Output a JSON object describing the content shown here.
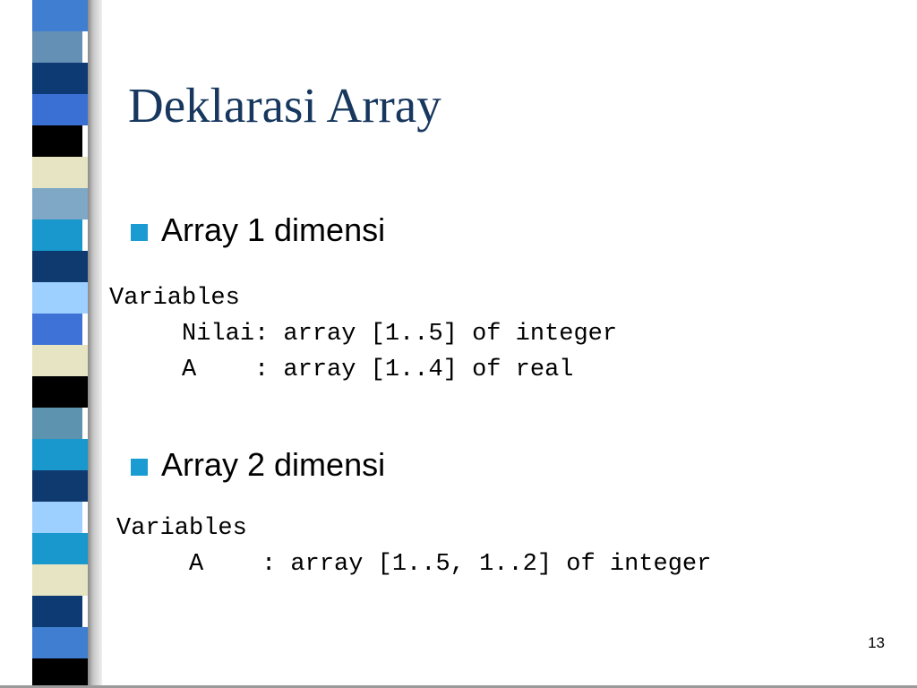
{
  "slide": {
    "title": "Deklarasi Array",
    "page_number": "13",
    "accent_color": "#17375e",
    "bullet_color": "#1a9bd1"
  },
  "sections": [
    {
      "heading": "Array 1 dimensi",
      "code": [
        "Variables",
        "     Nilai: array [1..5] of integer",
        "     A    : array [1..4] of real"
      ]
    },
    {
      "heading": "Array 2 dimensi",
      "code": [
        "Variables",
        "     A    : array [1..5, 1..2] of integer"
      ]
    }
  ],
  "decoration": {
    "stripe_colors": [
      "#3f7ed0",
      "#6590b5",
      "#0d3a73",
      "#3a6fd4",
      "#000000",
      "#e6e4c2",
      "#7fa7c6",
      "#1898cc",
      "#0f3a6f",
      "#9ed0ff",
      "#3e72d6",
      "#e6e4c2",
      "#000000",
      "#5e93b0",
      "#1898cc",
      "#0f3a6f",
      "#9ed0ff",
      "#1898cc",
      "#e6e4c2",
      "#0d3a73",
      "#3f7ed0",
      "#000000"
    ]
  }
}
